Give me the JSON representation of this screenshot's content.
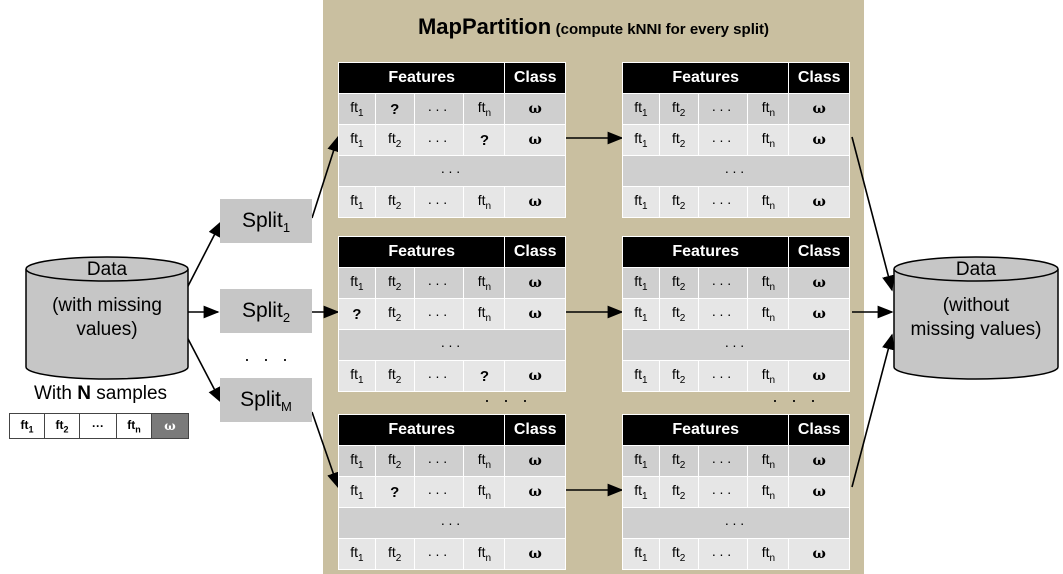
{
  "panel": {
    "title": "MapPartition",
    "subtitle": "(compute kNNI for every split)",
    "color": "#c9bfa0"
  },
  "input_db": {
    "title": "Data",
    "line1": "(with missing",
    "line2": "values)"
  },
  "output_db": {
    "title": "Data",
    "line1": "(without",
    "line2": "missing values)"
  },
  "samples": {
    "prefix": "With ",
    "n": "N",
    "suffix": " samples"
  },
  "sample_row": {
    "c1": "ft",
    "c1sub": "1",
    "c2": "ft",
    "c2sub": "2",
    "c3": "···",
    "c4": "ft",
    "c4sub": "n",
    "c5": "ω"
  },
  "splits": [
    {
      "label": "Split",
      "sub": "1"
    },
    {
      "label": "Split",
      "sub": "2"
    },
    {
      "label": "Split",
      "sub": "M"
    }
  ],
  "ellipsis": {
    "vertical": "· · ·",
    "between_left": "· · ·",
    "between_right": "· · ·"
  },
  "table_header": {
    "features": "Features",
    "class": "Class"
  },
  "tables": {
    "in1": [
      [
        "ft",
        "1",
        "?",
        "",
        "···",
        "",
        "ft",
        "n",
        "ω"
      ],
      [
        "ft",
        "1",
        "ft",
        "2",
        "···",
        "",
        "?",
        "",
        "ω"
      ],
      [
        "···"
      ],
      [
        "ft",
        "1",
        "ft",
        "2",
        "···",
        "",
        "ft",
        "n",
        "ω"
      ]
    ],
    "in2": [
      [
        "ft",
        "1",
        "ft",
        "2",
        "···",
        "",
        "ft",
        "n",
        "ω"
      ],
      [
        "?",
        "",
        "ft",
        "2",
        "···",
        "",
        "ft",
        "n",
        "ω"
      ],
      [
        "···"
      ],
      [
        "ft",
        "1",
        "ft",
        "2",
        "···",
        "",
        "?",
        "",
        "ω"
      ]
    ],
    "in3": [
      [
        "ft",
        "1",
        "ft",
        "2",
        "···",
        "",
        "ft",
        "n",
        "ω"
      ],
      [
        "ft",
        "1",
        "?",
        "",
        "···",
        "",
        "ft",
        "n",
        "ω"
      ],
      [
        "···"
      ],
      [
        "ft",
        "1",
        "ft",
        "2",
        "···",
        "",
        "ft",
        "n",
        "ω"
      ]
    ],
    "out1": [
      [
        "ft",
        "1",
        "ft",
        "2",
        "···",
        "",
        "ft",
        "n",
        "ω"
      ],
      [
        "ft",
        "1",
        "ft",
        "2",
        "···",
        "",
        "ft",
        "n",
        "ω"
      ],
      [
        "···"
      ],
      [
        "ft",
        "1",
        "ft",
        "2",
        "···",
        "",
        "ft",
        "n",
        "ω"
      ]
    ],
    "out2": [
      [
        "ft",
        "1",
        "ft",
        "2",
        "···",
        "",
        "ft",
        "n",
        "ω"
      ],
      [
        "ft",
        "1",
        "ft",
        "2",
        "···",
        "",
        "ft",
        "n",
        "ω"
      ],
      [
        "···"
      ],
      [
        "ft",
        "1",
        "ft",
        "2",
        "···",
        "",
        "ft",
        "n",
        "ω"
      ]
    ],
    "out3": [
      [
        "ft",
        "1",
        "ft",
        "2",
        "···",
        "",
        "ft",
        "n",
        "ω"
      ],
      [
        "ft",
        "1",
        "ft",
        "2",
        "···",
        "",
        "ft",
        "n",
        "ω"
      ],
      [
        "···"
      ],
      [
        "ft",
        "1",
        "ft",
        "2",
        "···",
        "",
        "ft",
        "n",
        "ω"
      ]
    ]
  }
}
